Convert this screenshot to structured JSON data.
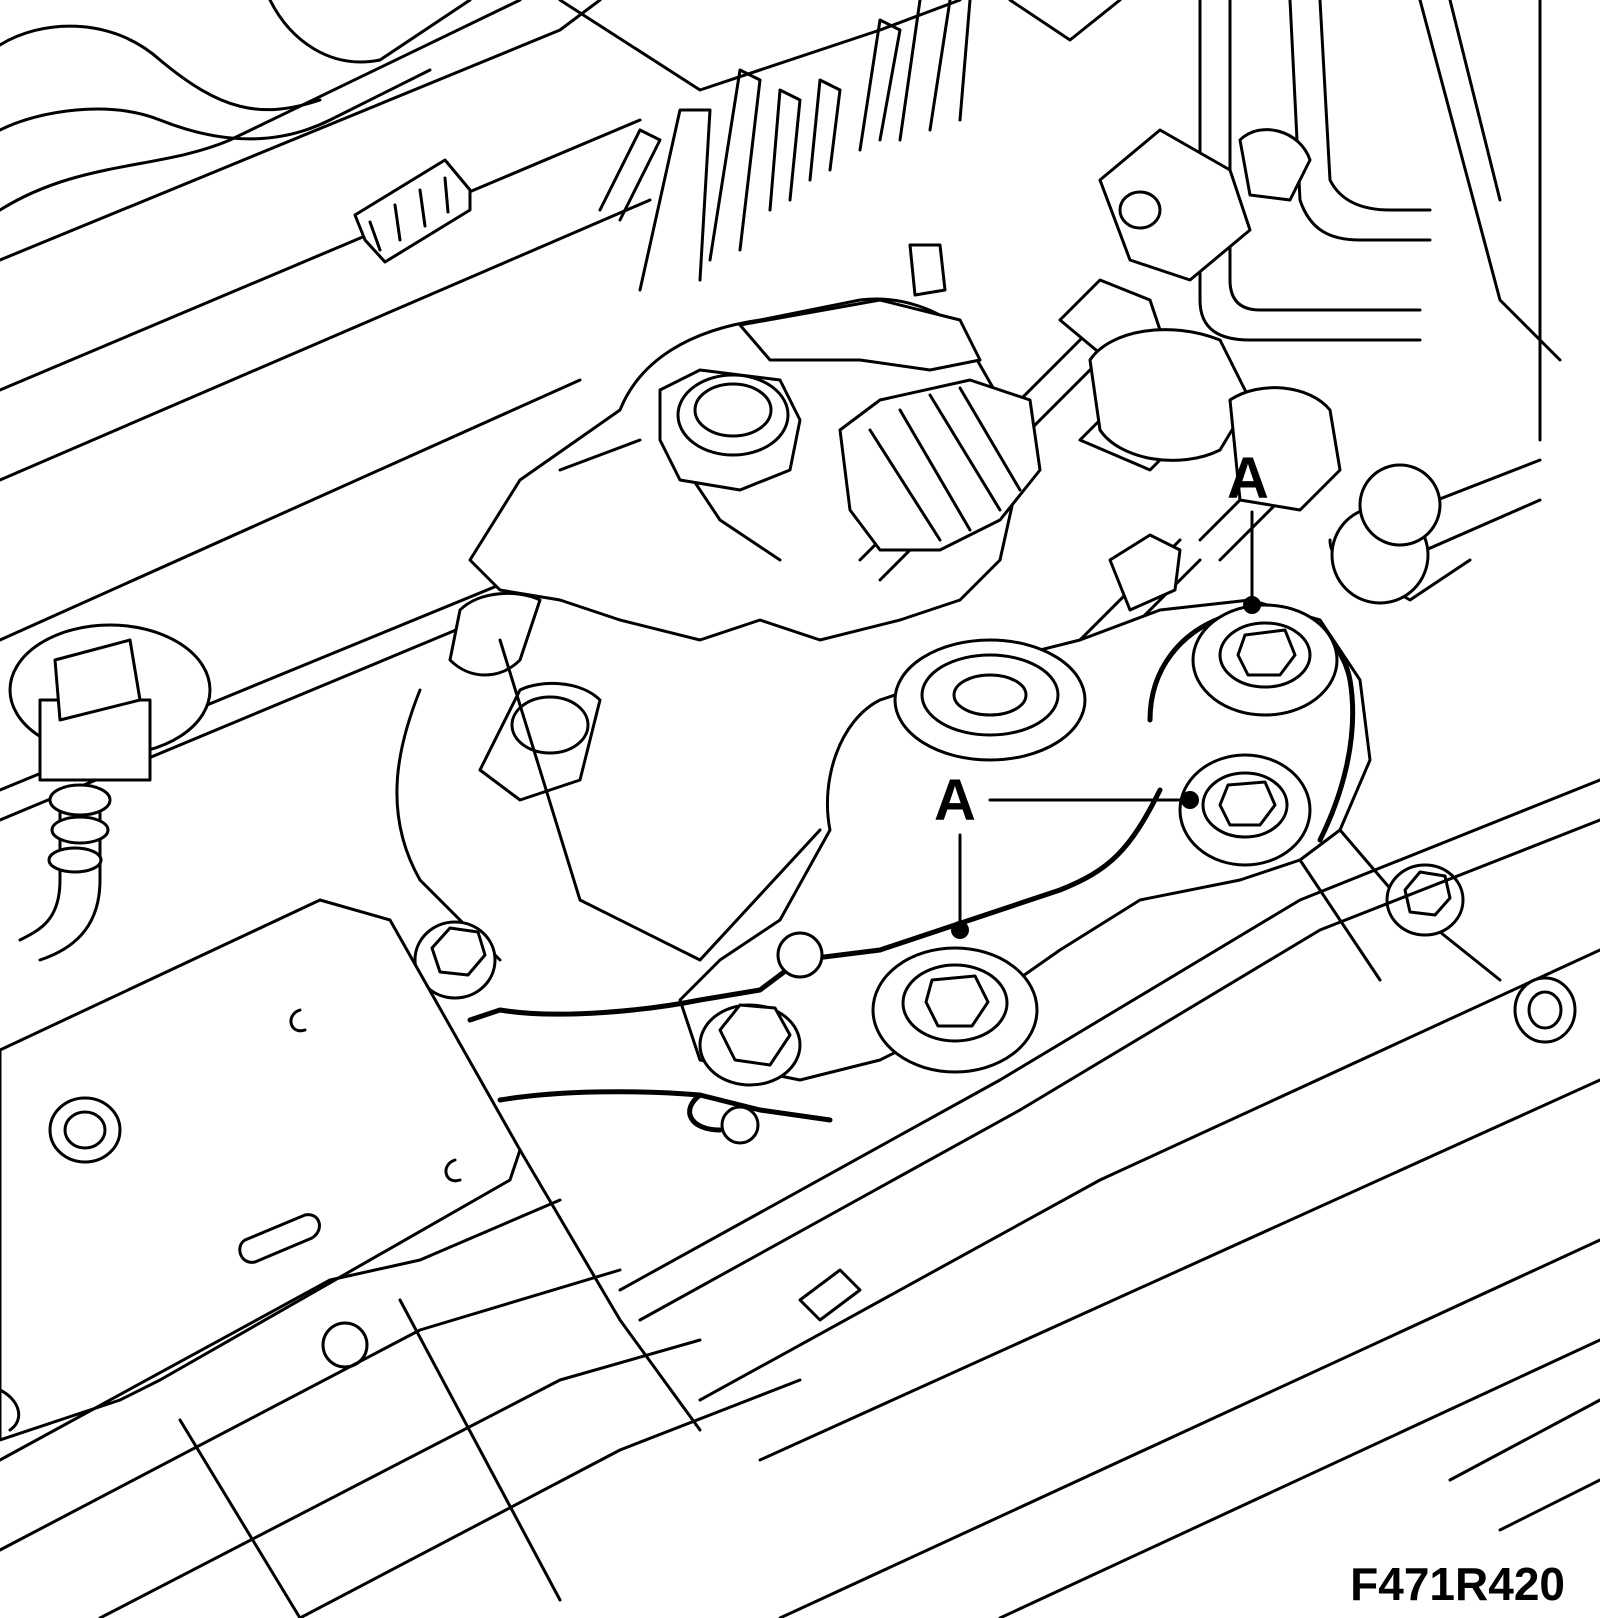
{
  "callouts": [
    {
      "id": "callout-a-top-right",
      "label": "A"
    },
    {
      "id": "callout-a-center",
      "label": "A"
    }
  ],
  "figure_code": "F471R420",
  "colors": {
    "line": "#000000",
    "background": "#ffffff"
  }
}
